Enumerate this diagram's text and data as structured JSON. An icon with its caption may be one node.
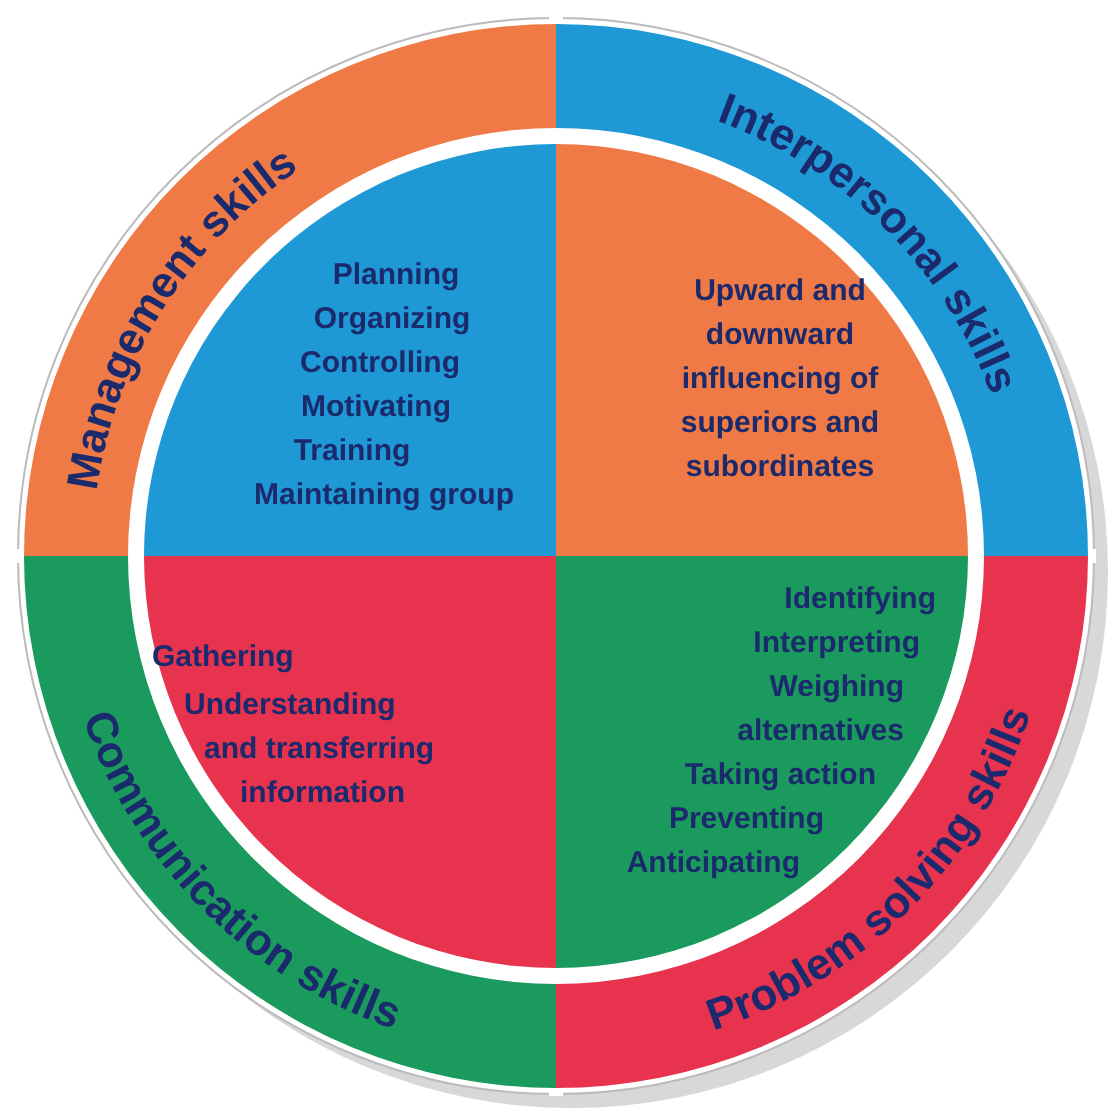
{
  "diagram": {
    "nodes": [
      {
        "text": [
          "Management skills"
        ]
      },
      {
        "text": [
          "Planning",
          "Organizing",
          "Controlling",
          "Motivating",
          "Training",
          "Maintaining group"
        ]
      },
      {
        "text": [
          "Interpersonal skills"
        ]
      },
      {
        "text": [
          "Upward and downward influencing of superiors and subordinates"
        ]
      },
      {
        "text": [
          "Communication skills"
        ]
      },
      {
        "text": [
          "Gathering",
          "Understanding and transferring information"
        ]
      },
      {
        "text": [
          "Problem solving skills"
        ]
      },
      {
        "text": [
          "Identifying",
          "Interpreting",
          "Weighing alternatives",
          "Taking action",
          "Preventing",
          "Anticipating"
        ]
      }
    ],
    "edges": []
  }
}
